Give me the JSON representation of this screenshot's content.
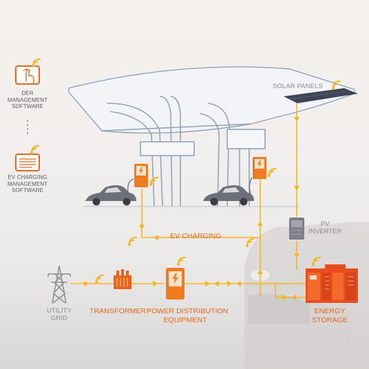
{
  "colors": {
    "accent": "#e8641c",
    "flow": "#f5b51c",
    "line_gray": "#8fa3bd"
  },
  "labels": {
    "der_software": [
      "DER",
      "MANAGEMENT",
      "SOFTWARE"
    ],
    "ev_software": [
      "EV CHARGING",
      "MANAGEMENT",
      "SOFTWARE"
    ],
    "solar_panels": "SOLAR PANELS",
    "pv_inverter": [
      "PV",
      "INVERTER"
    ],
    "ev_charging": "EV CHARGING",
    "utility_grid": [
      "UTILITY",
      "GRID"
    ],
    "transformer": "TRANSFORMER",
    "power_distribution": [
      "POWER DISTRIBUTION",
      "EQUIPMENT"
    ],
    "energy_storage": [
      "ENERGY",
      "STORAGE"
    ]
  },
  "icons": {
    "der": "touch-screen-icon",
    "ev_software": "monitor-icon",
    "wireless": "wireless-signal-icon",
    "grid": "transmission-tower-icon",
    "transformer": "transformer-icon",
    "distribution": "distribution-cabinet-icon",
    "storage": "battery-storage-icon",
    "inverter": "pv-inverter-icon",
    "charger": "ev-charger-icon",
    "car": "car-icon"
  }
}
